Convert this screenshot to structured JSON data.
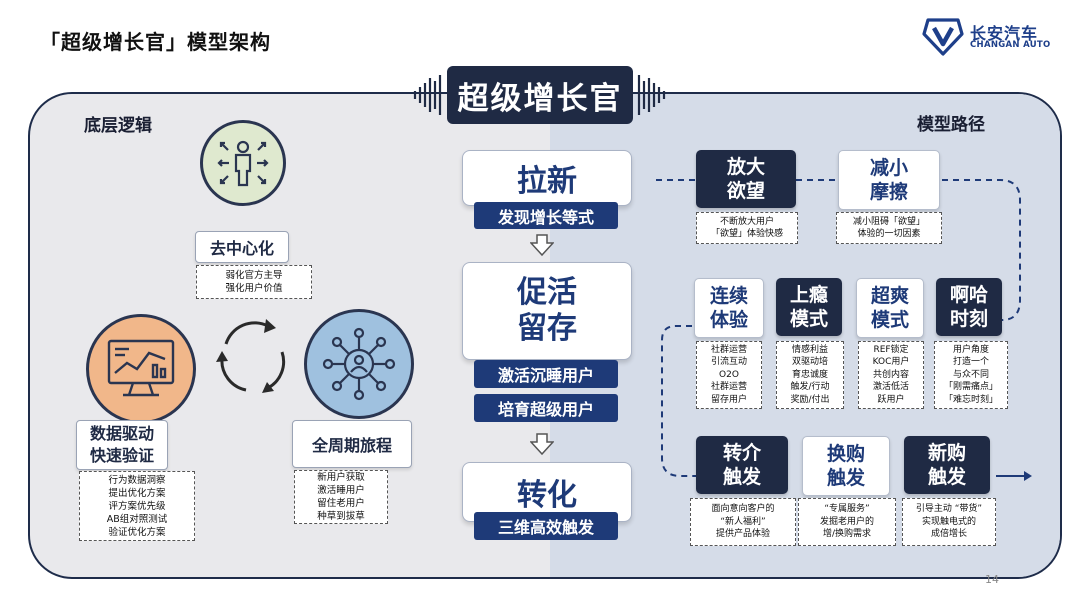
{
  "slide_title": "「超级增长官」模型架构",
  "brand": {
    "name": "长安汽车",
    "sub": "CHANGAN AUTO",
    "color": "#1e3f8a"
  },
  "center_title": "超级增长官",
  "left_section": {
    "label": "底层逻辑",
    "items": [
      {
        "label": "去中心化",
        "icon": "person-arrows-icon",
        "notes": [
          "弱化官方主导",
          "强化用户价值"
        ]
      },
      {
        "label_lines": [
          "数据驱动",
          "快速验证"
        ],
        "icon": "monitor-chart-icon",
        "notes": [
          "行为数据洞察",
          "提出优化方案",
          "评方案优先级",
          "AB组对照测试",
          "验证优化方案"
        ]
      },
      {
        "label": "全周期旅程",
        "icon": "network-people-icon",
        "notes": [
          "新用户获取",
          "激活睡用户",
          "留住老用户",
          "种草到拔草"
        ]
      }
    ],
    "cycle_icon": "cycle-arrows-icon"
  },
  "steps": [
    {
      "title": "拉新",
      "bands": [
        "发现增长等式"
      ]
    },
    {
      "title_lines": [
        "促活",
        "留存"
      ],
      "bands": [
        "激活沉睡用户",
        "培育超级用户"
      ]
    },
    {
      "title": "转化",
      "bands": [
        "三维高效触发"
      ]
    }
  ],
  "right_section": {
    "label": "模型路径",
    "row1": [
      {
        "lines": [
          "放大",
          "欲望"
        ],
        "style": "dark",
        "notes": [
          "不断放大用户",
          "「欲望」体验快感"
        ]
      },
      {
        "lines": [
          "减小",
          "摩擦"
        ],
        "style": "light",
        "notes": [
          "减小阻碍「欲望」",
          "体验的一切因素"
        ]
      }
    ],
    "row2": [
      {
        "lines": [
          "连续",
          "体验"
        ],
        "style": "light",
        "notes": [
          "社群运营",
          "引流互动",
          "O2O",
          "社群运营",
          "留存用户"
        ]
      },
      {
        "lines": [
          "上瘾",
          "模式"
        ],
        "style": "dark",
        "notes": [
          "情感利益",
          "双驱动培",
          "育忠诚度",
          "触发/行动",
          "奖励/付出"
        ]
      },
      {
        "lines": [
          "超爽",
          "模式"
        ],
        "style": "light",
        "notes": [
          "REF锁定",
          "KOC用户",
          "共创内容",
          "激活低活",
          "跃用户"
        ]
      },
      {
        "lines": [
          "啊哈",
          "时刻"
        ],
        "style": "dark",
        "notes": [
          "用户角度",
          "打造一个",
          "与众不同",
          "「刚需痛点」",
          "「难忘时刻」"
        ]
      }
    ],
    "row3": [
      {
        "lines": [
          "转介",
          "触发"
        ],
        "style": "dark",
        "notes": [
          "面向意向客户的",
          "“新人福利”",
          "提供产品体验"
        ]
      },
      {
        "lines": [
          "换购",
          "触发"
        ],
        "style": "light",
        "notes": [
          "“专属服务”",
          "发掘老用户的",
          "增/换购需求"
        ]
      },
      {
        "lines": [
          "新购",
          "触发"
        ],
        "style": "dark",
        "notes": [
          "引导主动 “带货”",
          "实现触电式的",
          "成倍增长"
        ]
      }
    ]
  },
  "page_number": "14"
}
